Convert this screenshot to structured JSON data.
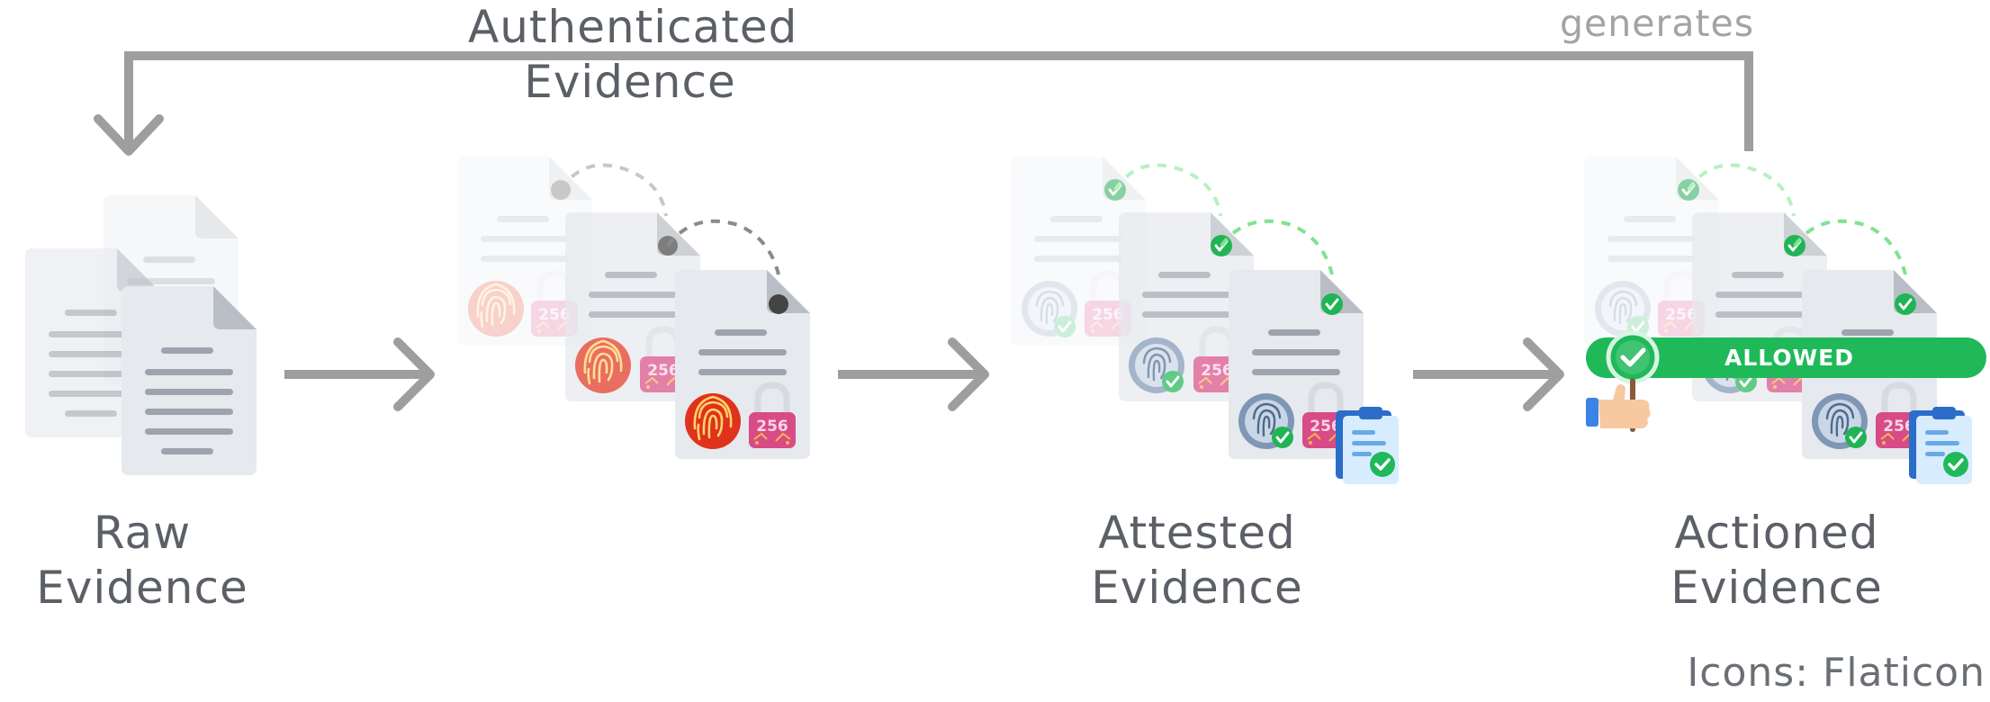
{
  "diagram": {
    "loop_label": "generates",
    "stages": [
      {
        "id": "raw",
        "line1": "Raw",
        "line2": "Evidence"
      },
      {
        "id": "authenticated",
        "line1": "Authenticated",
        "line2": "Evidence"
      },
      {
        "id": "attested",
        "line1": "Attested",
        "line2": "Evidence"
      },
      {
        "id": "actioned",
        "line1": "Actioned",
        "line2": "Evidence"
      }
    ],
    "allowed_badge": "ALLOWED",
    "lock_number": "256",
    "credit": "Icons: Flaticon"
  },
  "colors": {
    "arrow": "#9e9e9e",
    "document": "#e6e9ee",
    "document_fold": "#b9bec6",
    "document_lines": "#9ea4ad",
    "fingerprint_red": "#e0321c",
    "lock_pink": "#d84b87",
    "check_green": "#20b455",
    "allowed_green": "#1fb95a",
    "dashed_grey": "#8a8a8a",
    "dashed_green": "#7fe38f"
  },
  "icons": [
    "document-icon",
    "fingerprint-icon",
    "padlock-256-icon",
    "check-icon",
    "clipboard-check-icon",
    "thumbs-up-hand-icon",
    "allowed-badge-icon"
  ]
}
